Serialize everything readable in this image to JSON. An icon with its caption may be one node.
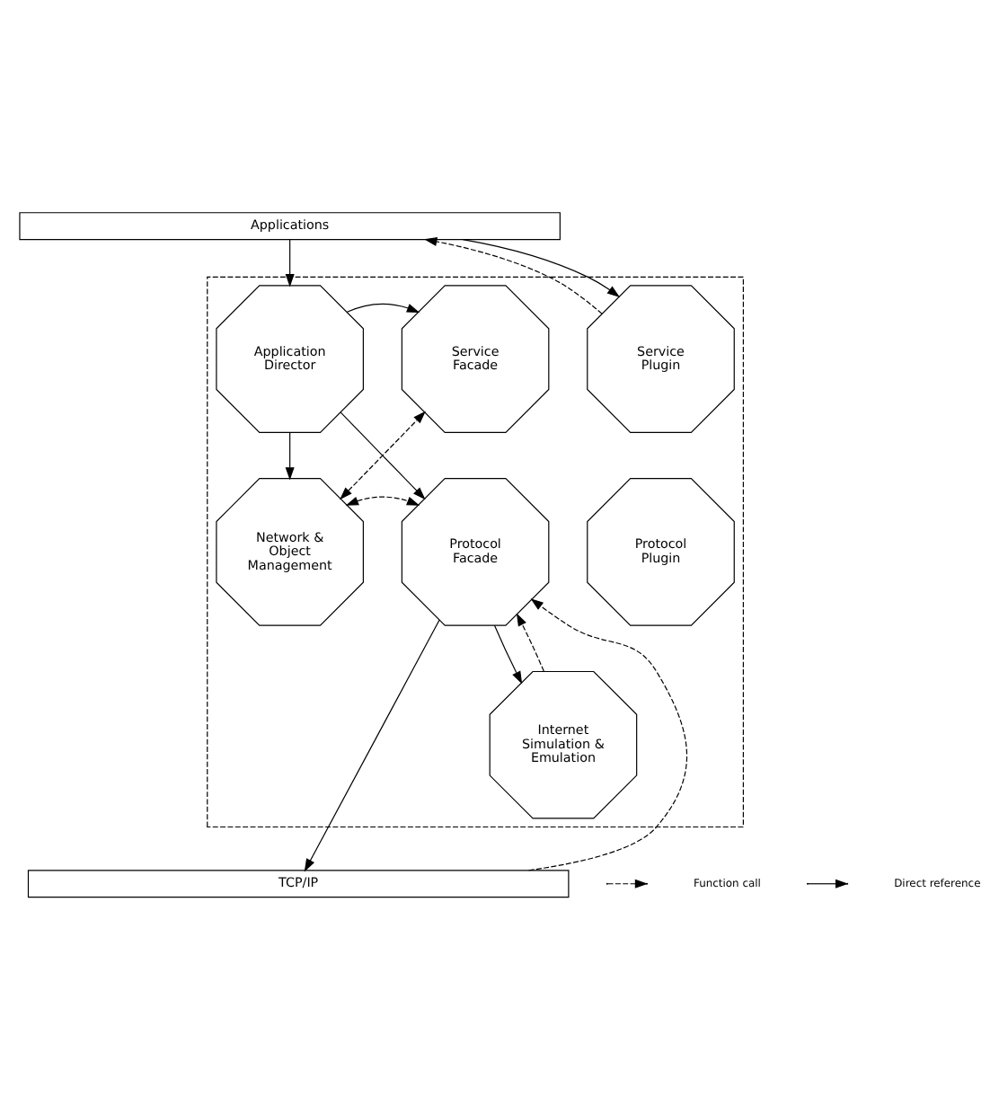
{
  "diagram": {
    "nodes": [
      {
        "text": [
          "Applications"
        ]
      },
      {
        "text": [],
        "shape": "box"
      },
      {
        "text": [
          "Application Director"
        ],
        "in": 1
      },
      {
        "text": [
          "Service Facade"
        ],
        "in": 1
      },
      {
        "text": [
          "Service Plugin"
        ],
        "in": 1
      },
      {
        "text": [
          "Network & Object Management"
        ],
        "in": 1
      },
      {
        "text": [
          "Protocol Facade"
        ],
        "in": 1
      },
      {
        "text": [
          "Protocol Plugin"
        ],
        "in": 1
      },
      {
        "text": [
          "Internet Simulation & Emulation"
        ],
        "in": 1
      },
      {
        "text": [
          "TCP/IP"
        ]
      }
    ],
    "edges": [
      {
        "from": 0,
        "to": 2,
        "arrow": "to"
      },
      {
        "from": 0,
        "to": 4,
        "arrow": "to"
      },
      {
        "from": 4,
        "to": 0,
        "arrow": "to",
        "style": "dashed"
      },
      {
        "from": 2,
        "to": 3,
        "arrow": "to"
      },
      {
        "from": 2,
        "to": 5,
        "arrow": "to"
      },
      {
        "from": 2,
        "to": 6,
        "arrow": "to"
      },
      {
        "from": 5,
        "to": 3,
        "arrow": "both",
        "style": "dashed"
      },
      {
        "from": 5,
        "to": 6,
        "arrow": "both",
        "style": "dashed"
      },
      {
        "from": 6,
        "to": 8,
        "arrow": "to"
      },
      {
        "from": 8,
        "to": 6,
        "arrow": "to",
        "style": "dashed"
      },
      {
        "from": 6,
        "to": 9,
        "arrow": "to"
      },
      {
        "from": 9,
        "to": 6,
        "arrow": "to",
        "style": "dashed"
      }
    ],
    "legend": [
      {
        "text": "Function call"
      },
      {
        "text": "Direct reference"
      }
    ]
  }
}
